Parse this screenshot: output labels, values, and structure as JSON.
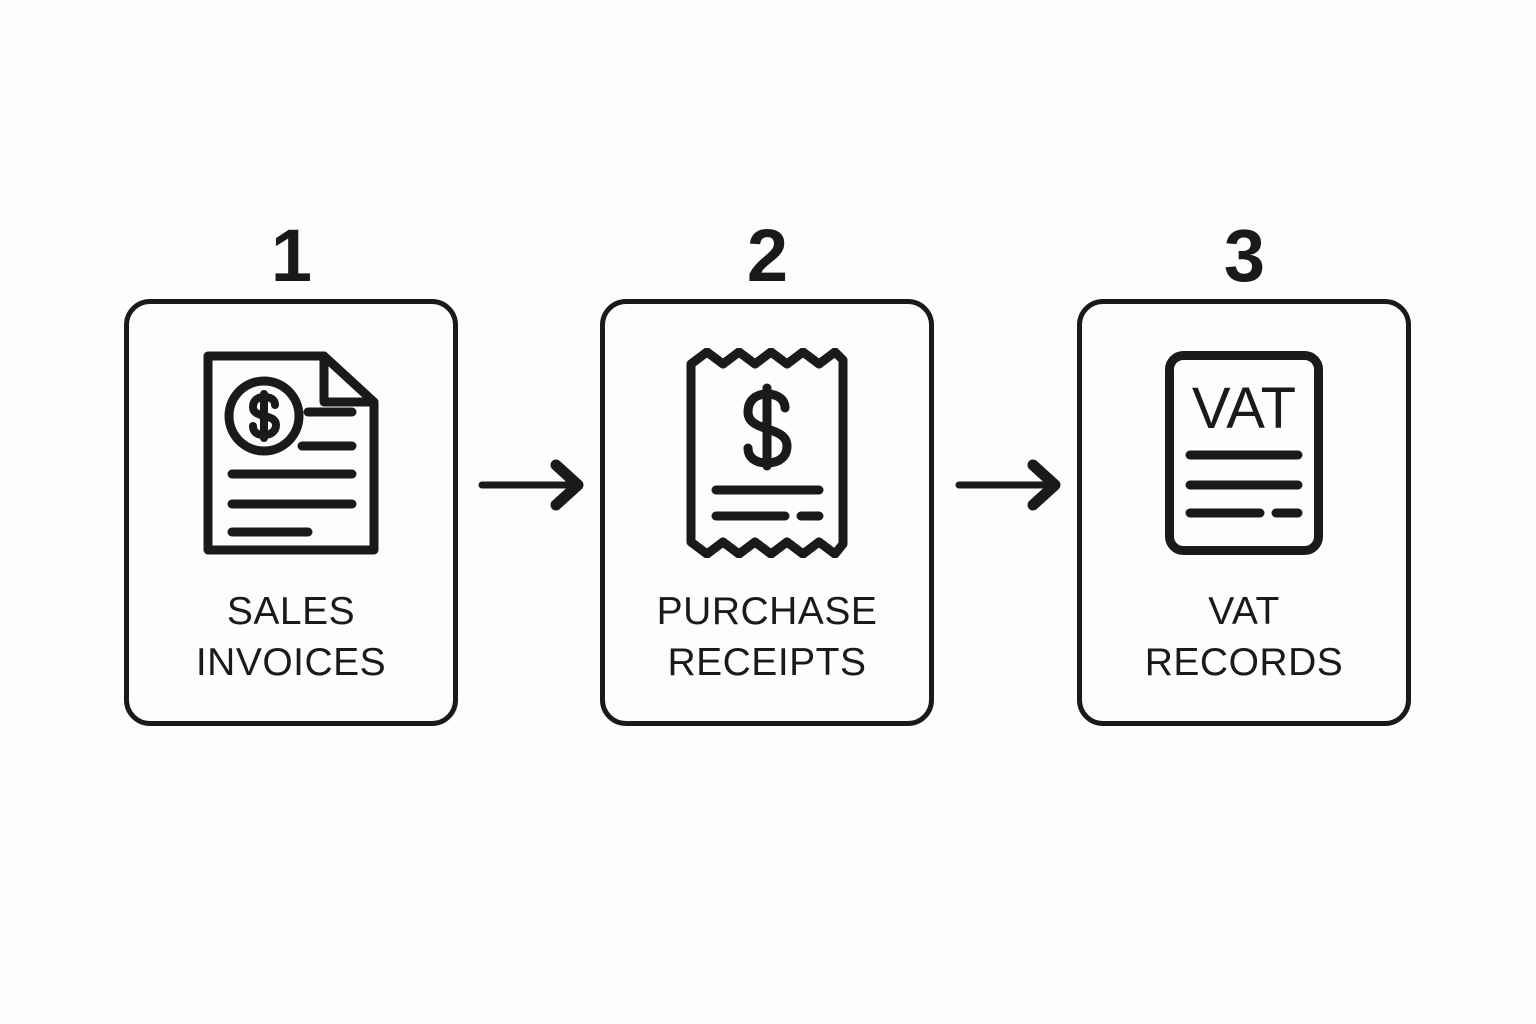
{
  "background_color": "#fdfdfb",
  "stroke_color": "#1a1a1a",
  "diagram": {
    "type": "process-flow",
    "orientation": "horizontal",
    "step_count": 3,
    "connector": "arrow-right",
    "steps": [
      {
        "number": "1",
        "icon": "invoice-document-dollar-icon",
        "label": "SALES\nINVOICES"
      },
      {
        "number": "2",
        "icon": "receipt-dollar-icon",
        "label": "PURCHASE\nRECEIPTS"
      },
      {
        "number": "3",
        "icon": "vat-document-icon",
        "label": "VAT\nRECORDS",
        "icon_text": "VAT"
      }
    ],
    "arrows": [
      {
        "name": "arrow-step-1-to-2",
        "direction": "right"
      },
      {
        "name": "arrow-step-2-to-3",
        "direction": "right"
      }
    ]
  }
}
